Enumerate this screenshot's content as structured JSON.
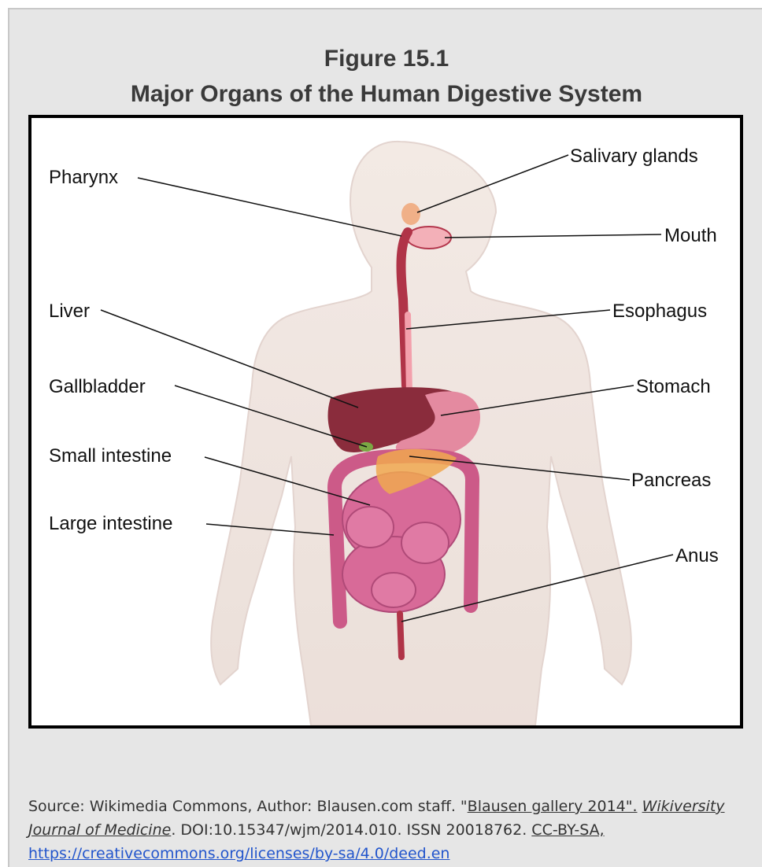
{
  "figure": {
    "number": "Figure 15.1",
    "title": "Major Organs of the Human Digestive System"
  },
  "labels": {
    "pharynx": "Pharynx",
    "salivary_glands": "Salivary glands",
    "mouth": "Mouth",
    "liver": "Liver",
    "esophagus": "Esophagus",
    "gallbladder": "Gallbladder",
    "stomach": "Stomach",
    "small_intestine": "Small intestine",
    "pancreas": "Pancreas",
    "large_intestine": "Large intestine",
    "anus": "Anus"
  },
  "source": {
    "prefix": "Source:  Wikimedia Commons,  Author: Blausen.com staff. \"",
    "gallery_link": "Blausen gallery 2014\".",
    "journal": "Wikiversity Journal of Medicine",
    "doi_issn": ". DOI:10.15347/wjm/2014.010. ISSN 20018762.",
    "license_link": "CC-BY-SA,",
    "url": "https://creativecommons.org/licenses/by-sa/4.0/deed.en"
  },
  "colors": {
    "panel_background": "#e6e6e6",
    "title_text": "#3a3a3a",
    "liver": "#8a2c3c",
    "stomach": "#e48aa0",
    "intestine": "#d86a98",
    "pancreas": "#f0a850",
    "body": "#efe2dc"
  }
}
